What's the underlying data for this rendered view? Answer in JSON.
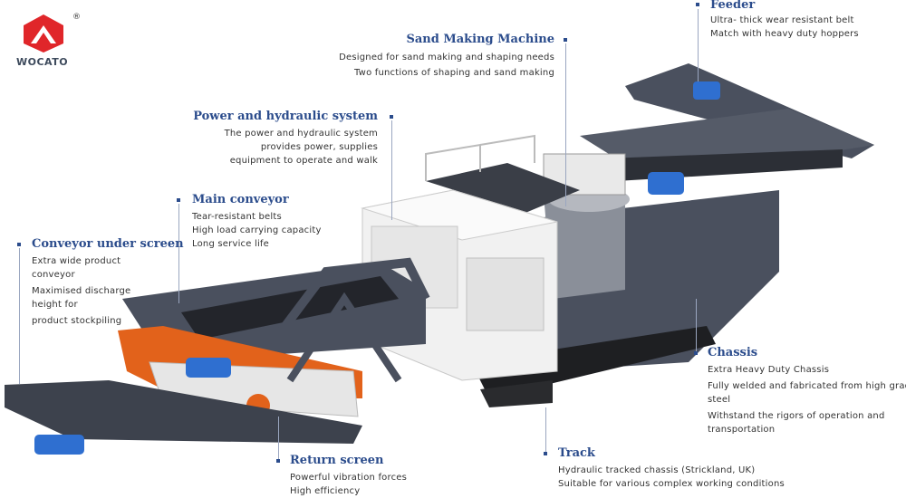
{
  "brand": {
    "name": "WOCATO",
    "registered": "®"
  },
  "labels": {
    "feeder": {
      "title": "Feeder",
      "lines": [
        "Ultra- thick wear resistant belt",
        "Match with heavy duty hoppers"
      ]
    },
    "sand": {
      "title": "Sand Making Machine",
      "lines": [
        "Designed for sand making and shaping needs",
        "Two functions of shaping and sand making"
      ]
    },
    "power": {
      "title": "Power and hydraulic system",
      "lines": [
        "The power and hydraulic system",
        "provides power, supplies",
        "equipment to operate and walk"
      ]
    },
    "main": {
      "title": "Main conveyor",
      "lines": [
        "Tear-resistant belts",
        "High load carrying capacity",
        "Long service life"
      ]
    },
    "under": {
      "title": "Conveyor under screen",
      "lines": [
        "Extra wide product",
        "conveyor",
        "Maximised discharge",
        "height for",
        "product stockpiling"
      ]
    },
    "chassis": {
      "title": "Chassis",
      "lines": [
        "Extra Heavy Duty Chassis",
        "Fully welded and fabricated from high grade",
        "steel",
        "Withstand the rigors of operation and",
        "transportation"
      ]
    },
    "track": {
      "title": "Track",
      "lines": [
        "Hydraulic tracked chassis (Strickland, UK)",
        "Suitable for various complex working conditions"
      ]
    },
    "screen": {
      "title": "Return screen",
      "lines": [
        "Powerful vibration forces",
        "High efficiency"
      ]
    }
  },
  "colors": {
    "title": "#2b4c8c",
    "frame": "#4a505e",
    "orange": "#e2621b",
    "motor": "#2f6fd0",
    "logo": "#e0262a"
  }
}
